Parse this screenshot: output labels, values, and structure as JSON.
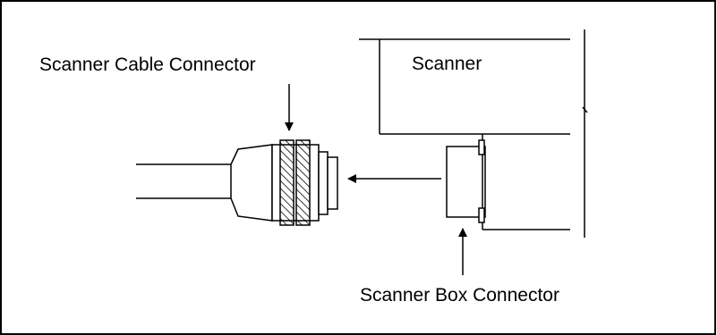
{
  "labels": {
    "scanner": "Scanner",
    "cable_connector": "Scanner Cable Connector",
    "box_connector": "Scanner Box Connector"
  },
  "colors": {
    "stroke": "#000000",
    "background": "#ffffff"
  }
}
